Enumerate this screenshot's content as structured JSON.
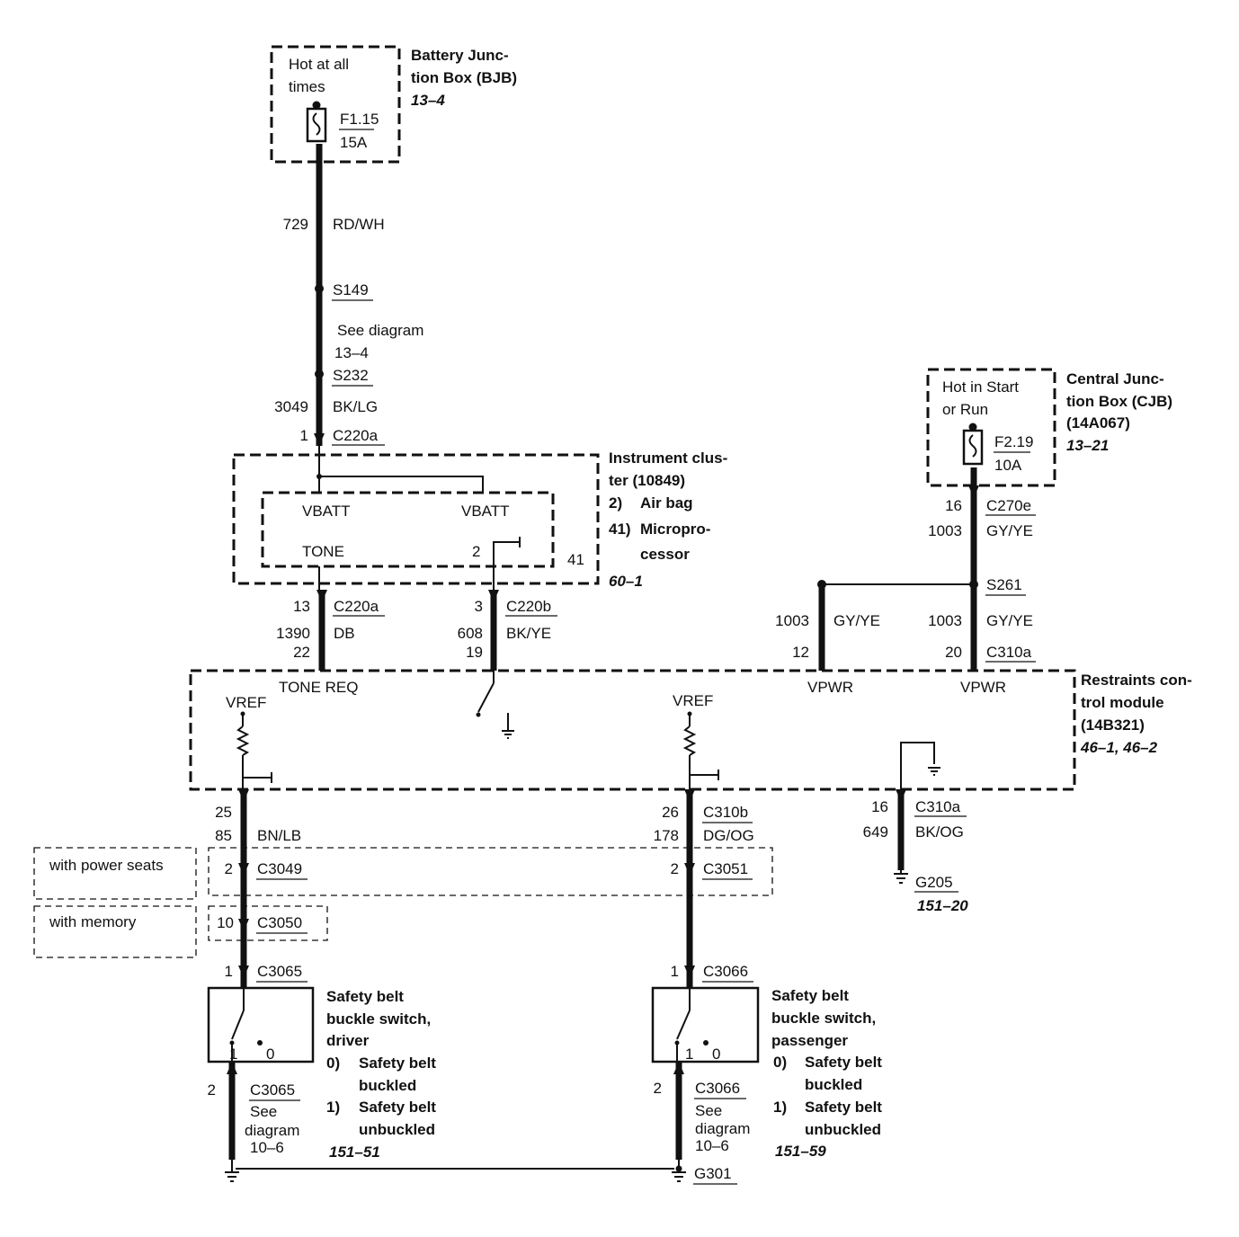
{
  "bjb": {
    "hot_line1": "Hot at all",
    "hot_line2": "times",
    "fuse_id": "F1.15",
    "fuse_rating": "15A",
    "title1": "Battery Junc-",
    "title2": "tion Box (BJB)",
    "ref": "13–4"
  },
  "wire_729": {
    "circuit": "729",
    "color": "RD/WH"
  },
  "splice_s149": "S149",
  "see_diagram_top": {
    "line1": "See diagram",
    "line2": "13–4"
  },
  "splice_s232": "S232",
  "wire_3049": {
    "circuit": "3049",
    "color": "BK/LG"
  },
  "c220a_top": {
    "pin": "1",
    "connector": "C220a"
  },
  "cluster": {
    "title1": "Instrument clus-",
    "title2": "ter (10849)",
    "note2_num": "2)",
    "note2_text": "Air bag",
    "note41_num": "41)",
    "note41_text1": "Micropro-",
    "note41_text2": "cessor",
    "ref": "60–1",
    "vbatt_left": "VBATT",
    "vbatt_right": "VBATT",
    "tone": "TONE",
    "pin2": "2",
    "pin41": "41"
  },
  "c220a_bottom": {
    "pin": "13",
    "connector": "C220a"
  },
  "wire_1390": {
    "circuit": "1390",
    "color": "DB",
    "pin_rcm": "22"
  },
  "c220b": {
    "pin": "3",
    "connector": "C220b"
  },
  "wire_608": {
    "circuit": "608",
    "color": "BK/YE",
    "pin_rcm": "19"
  },
  "cjb": {
    "hot_line1": "Hot in Start",
    "hot_line2": "or Run",
    "fuse_id": "F2.19",
    "fuse_rating": "10A",
    "title1": "Central Junc-",
    "title2": "tion Box (CJB)",
    "title3": "(14A067)",
    "ref": "13–21"
  },
  "c270e": {
    "pin": "16",
    "connector": "C270e",
    "circuit": "1003",
    "color": "GY/YE"
  },
  "splice_s261": "S261",
  "wire_1003_left": {
    "circuit": "1003",
    "color": "GY/YE",
    "pin": "12"
  },
  "wire_1003_right": {
    "circuit": "1003",
    "color": "GY/YE",
    "pin": "20",
    "connector": "C310a"
  },
  "rcm": {
    "title1": "Restraints con-",
    "title2": "trol module",
    "title3": "(14B321)",
    "ref": "46–1, 46–2",
    "tone_req": "TONE REQ",
    "vpwr_left": "VPWR",
    "vpwr_right": "VPWR",
    "vref_left": "VREF",
    "vref_right": "VREF"
  },
  "ground_c310a": {
    "pin": "16",
    "connector": "C310a",
    "circuit": "649",
    "color": "BK/OG"
  },
  "g205": {
    "label": "G205",
    "ref": "151–20"
  },
  "left_belt": {
    "pin_rcm": "25",
    "circuit": "85",
    "color": "BN/LB"
  },
  "right_belt": {
    "pin_rcm": "26",
    "connector": "C310b",
    "circuit": "178",
    "color": "DG/OG"
  },
  "option_power_seats": "with power seats",
  "option_memory": "with memory",
  "c3049": {
    "pin": "2",
    "connector": "C3049"
  },
  "c3051": {
    "pin": "2",
    "connector": "C3051"
  },
  "c3050": {
    "pin": "10",
    "connector": "C3050"
  },
  "c3065_top": {
    "pin": "1",
    "connector": "C3065"
  },
  "c3066_top": {
    "pin": "1",
    "connector": "C3066"
  },
  "driver_switch": {
    "title1": "Safety belt",
    "title2": "buckle switch,",
    "title3": "driver",
    "pos1": "1",
    "pos0": "0",
    "note0_num": "0)",
    "note0_text1": "Safety belt",
    "note0_text2": "buckled",
    "note1_num": "1)",
    "note1_text1": "Safety belt",
    "note1_text2": "unbuckled",
    "ref": "151–51"
  },
  "passenger_switch": {
    "title1": "Safety belt",
    "title2": "buckle switch,",
    "title3": "passenger",
    "pos1": "1",
    "pos0": "0",
    "note0_num": "0)",
    "note0_text1": "Safety belt",
    "note0_text2": "buckled",
    "note1_num": "1)",
    "note1_text1": "Safety belt",
    "note1_text2": "unbuckled",
    "ref": "151–59"
  },
  "c3065_bottom": {
    "pin": "2",
    "connector": "C3065",
    "see1": "See",
    "see2": "diagram",
    "see3": "10–6"
  },
  "c3066_bottom": {
    "pin": "2",
    "connector": "C3066",
    "see1": "See",
    "see2": "diagram",
    "see3": "10–6"
  },
  "g301": "G301"
}
